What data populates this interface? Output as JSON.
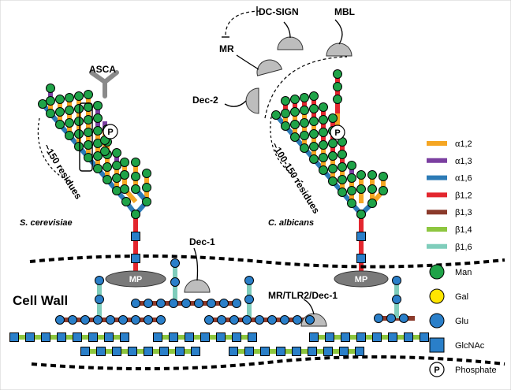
{
  "labels": {
    "asca": "ASCA",
    "dc_sign": "DC-SIGN",
    "mbl": "MBL",
    "mr": "MR",
    "dec2": "Dec-2",
    "dec1": "Dec-1",
    "mr_tlr2_dec1": "MR/TLR2/Dec-1",
    "cell_wall": "Cell Wall",
    "s_cerevisiae": "S. cerevisiae",
    "c_albicans": "C. albicans",
    "residues_left": "~150 residues",
    "residues_right": "~100-150 residues",
    "mp": "MP",
    "phosphate_symbol": "P"
  },
  "legend": {
    "linkages": [
      {
        "label": "α1,2",
        "color": "#F5A623"
      },
      {
        "label": "α1,3",
        "color": "#7B3FA0"
      },
      {
        "label": "α1,6",
        "color": "#2C7BB6"
      },
      {
        "label": "β1,2",
        "color": "#E3262E"
      },
      {
        "label": "β1,3",
        "color": "#8B3A2B"
      },
      {
        "label": "β1,4",
        "color": "#8DC63F"
      },
      {
        "label": "β1,6",
        "color": "#7FCDBB"
      }
    ],
    "sugars": [
      {
        "label": "Man",
        "shape": "circle",
        "color": "#1FA348"
      },
      {
        "label": "Gal",
        "shape": "circle",
        "color": "#FFE600"
      },
      {
        "label": "Glu",
        "shape": "circle",
        "color": "#2A7FC9"
      },
      {
        "label": "GlcNAc",
        "shape": "square",
        "color": "#2A7FC9"
      },
      {
        "label": "Phosphate",
        "shape": "phosphate",
        "color": "#FFFFFF"
      }
    ]
  }
}
